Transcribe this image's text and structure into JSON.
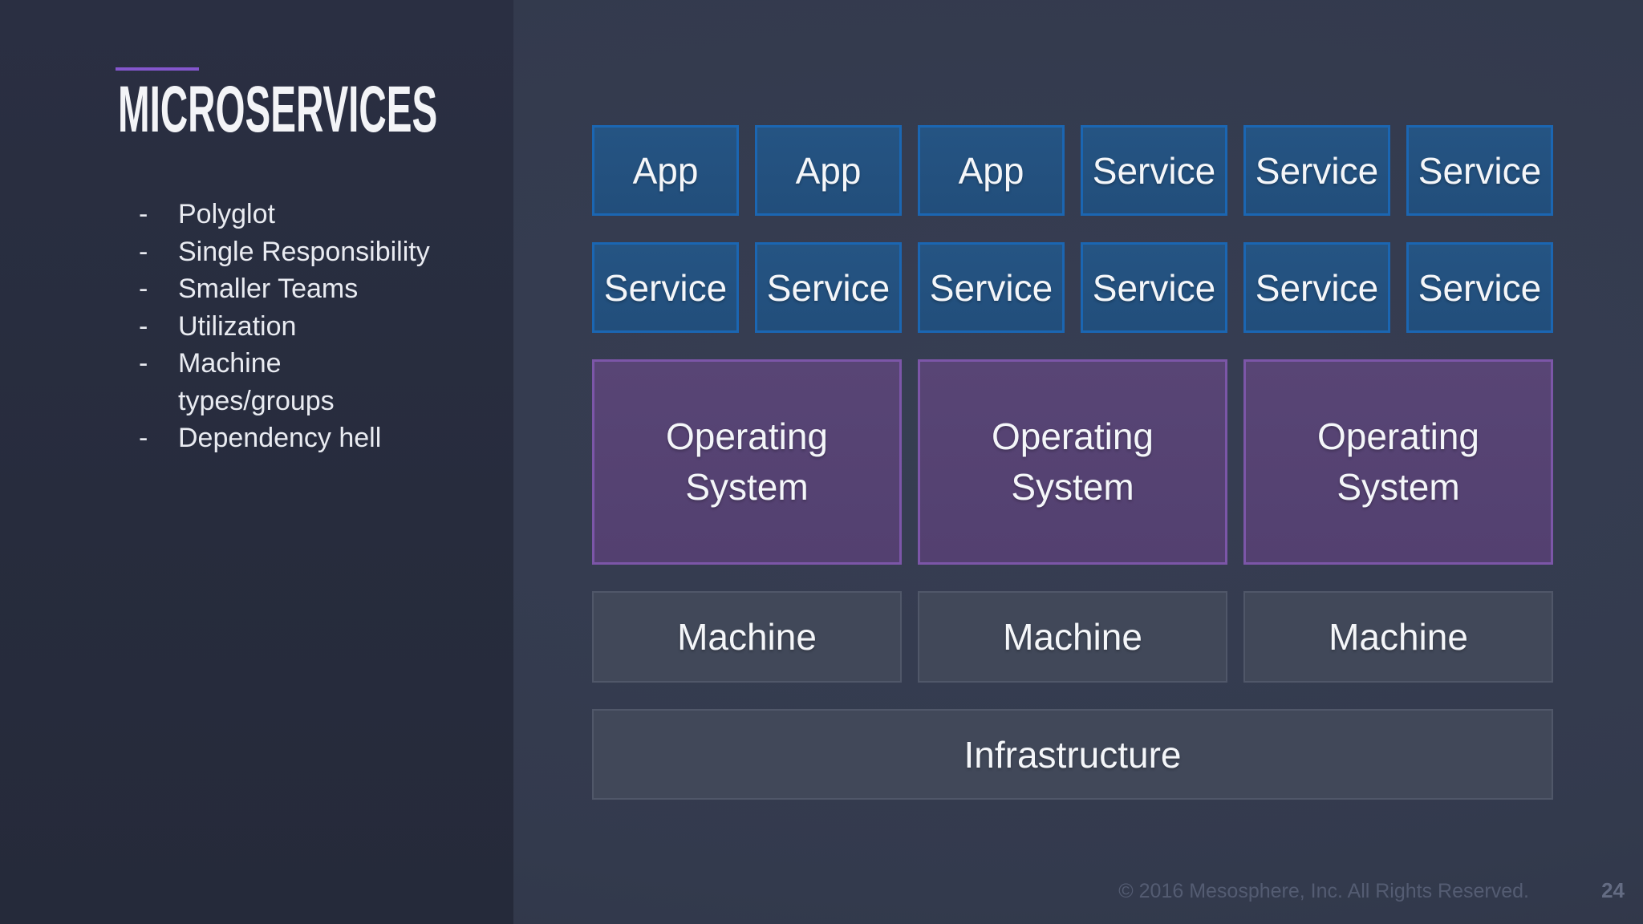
{
  "slide": {
    "title": "MICROSERVICES",
    "bullet_marker": "-",
    "bullets": [
      "Polyglot",
      "Single Responsibility",
      "Smaller Teams",
      "Utilization",
      "Machine types/groups",
      "Dependency hell"
    ],
    "diagram": {
      "rows": [
        {
          "name": "apps-and-services",
          "style": "blue",
          "boxes": [
            "App",
            "App",
            "App",
            "Service",
            "Service",
            "Service"
          ]
        },
        {
          "name": "services",
          "style": "blue",
          "boxes": [
            "Service",
            "Service",
            "Service",
            "Service",
            "Service",
            "Service"
          ]
        },
        {
          "name": "operating-systems",
          "style": "purple",
          "boxes": [
            "Operating System",
            "Operating System",
            "Operating System"
          ]
        },
        {
          "name": "machines",
          "style": "slate",
          "boxes": [
            "Machine",
            "Machine",
            "Machine"
          ]
        },
        {
          "name": "infrastructure",
          "style": "slate",
          "boxes": [
            "Infrastructure"
          ]
        }
      ]
    },
    "footer": {
      "copyright": "© 2016 Mesosphere, Inc. All Rights Reserved.",
      "page_number": "24"
    },
    "colors": {
      "left_panel_bg": "#272c3d",
      "right_panel_bg": "#333a4d",
      "accent_purple_line": "#8456cd",
      "blue_box_fill": "#23507e",
      "blue_box_border": "#1b66b2",
      "purple_box_fill": "#544171",
      "purple_box_border": "#7c56a8",
      "slate_box_fill": "#414859",
      "slate_box_border": "#505769",
      "text_primary": "#f3f4f7",
      "footer_text": "#545c72"
    }
  }
}
